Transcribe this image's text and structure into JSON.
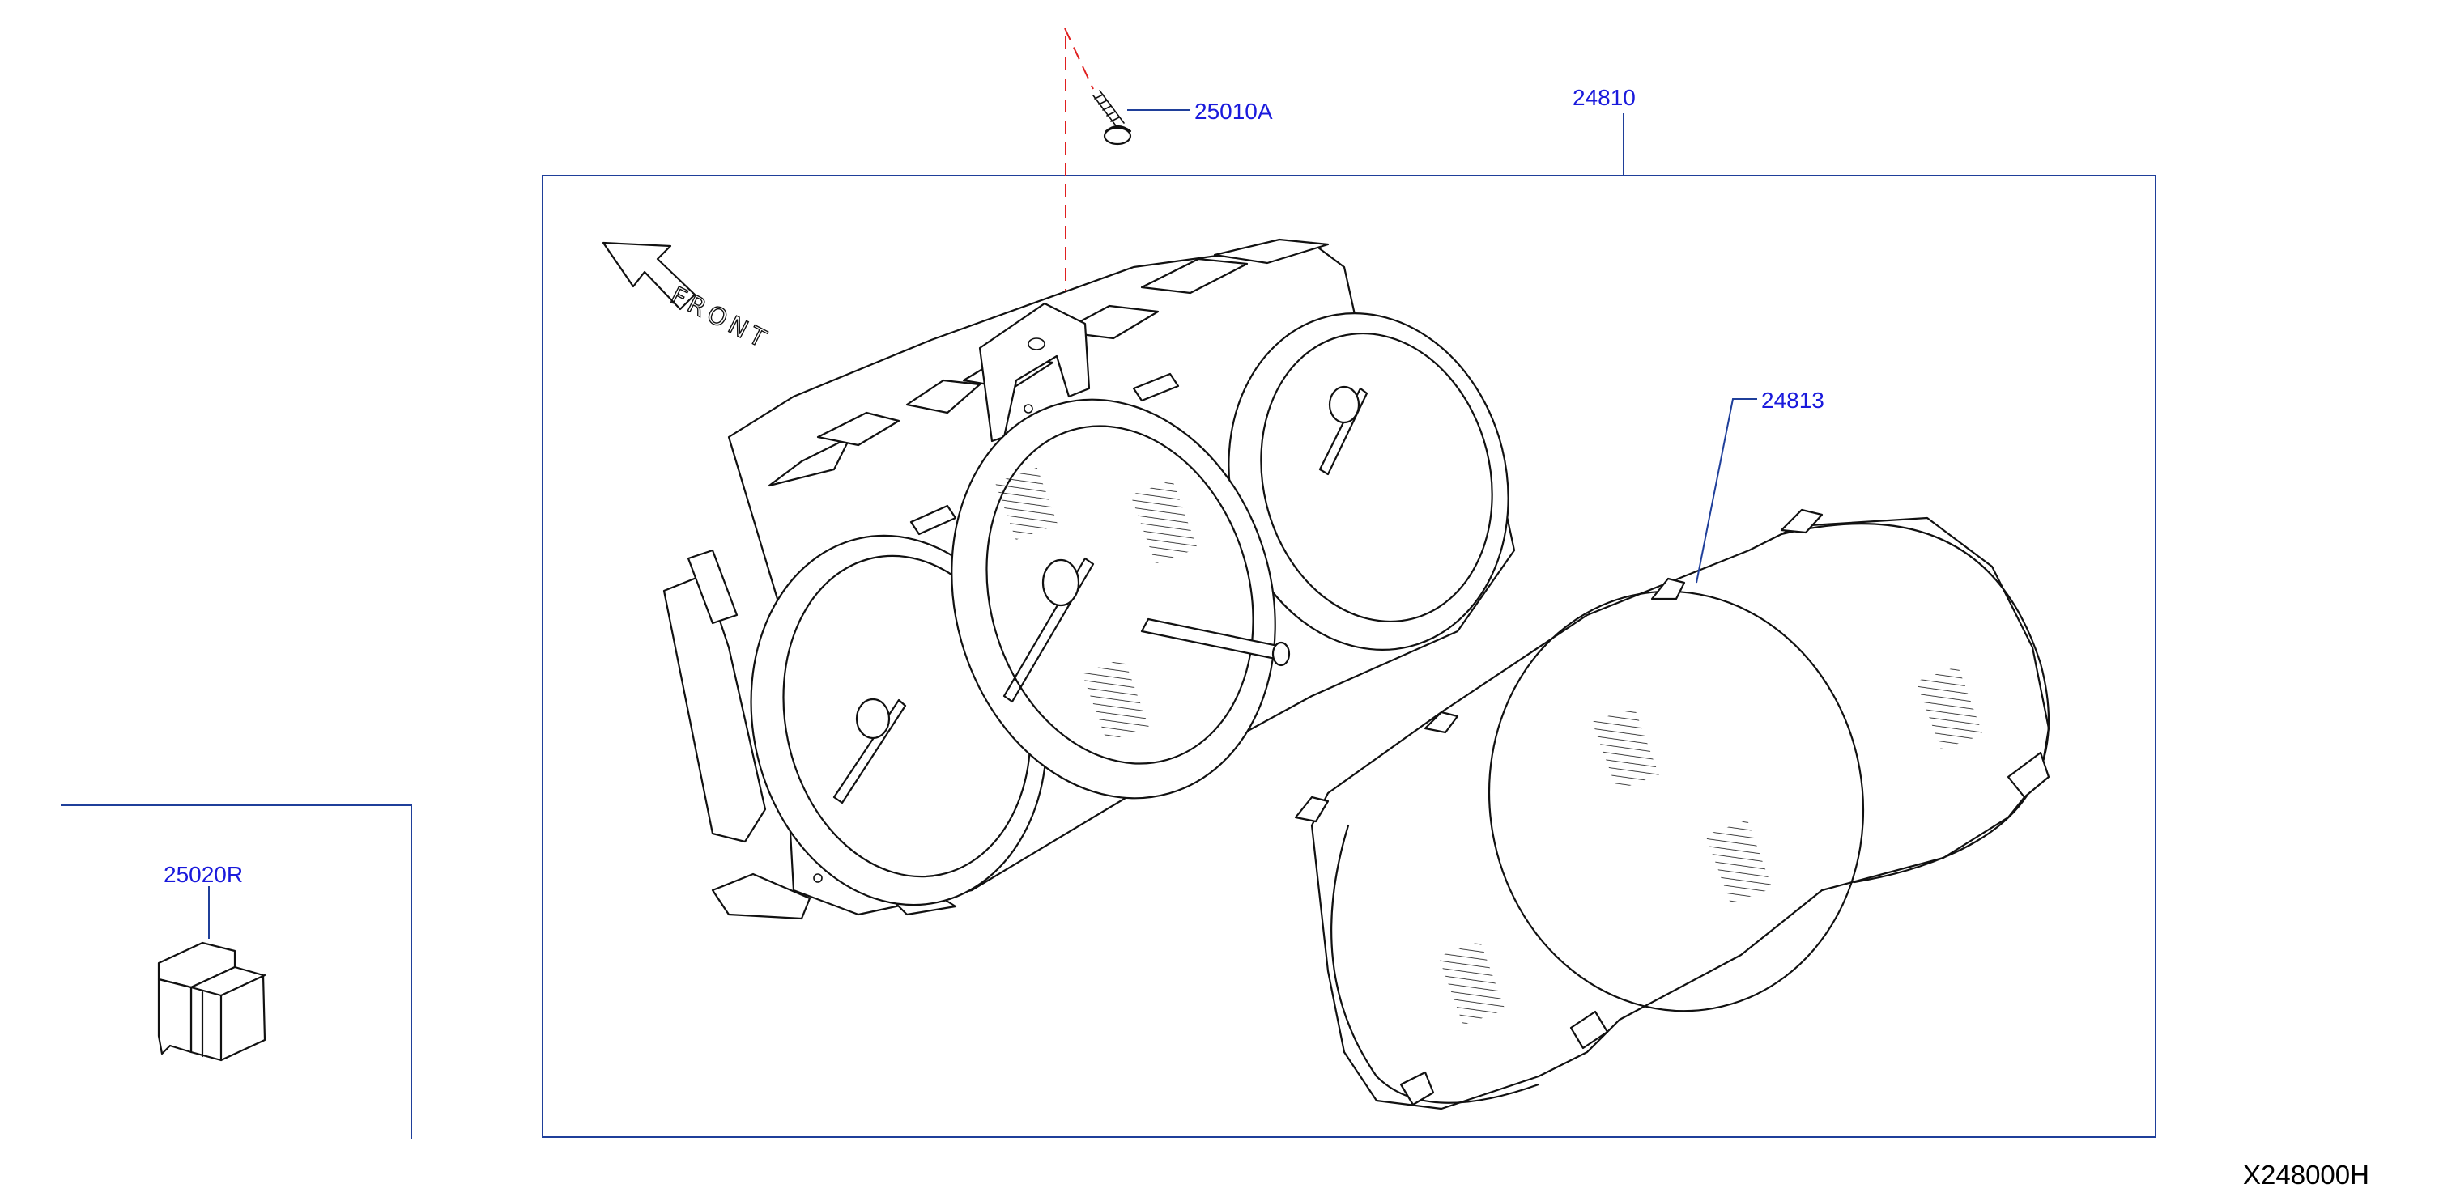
{
  "callouts": {
    "assembly": "24810",
    "screw": "25010A",
    "lens": "24813",
    "unit": "25020R"
  },
  "front_label": "FRONT",
  "diagram_code": "X248000H",
  "colors": {
    "callout_text": "#1a1adc",
    "box_line": "#1f3f9a",
    "centerline": "#e02020",
    "part_outline": "#111111"
  },
  "icons": [
    "front-arrow-icon"
  ]
}
